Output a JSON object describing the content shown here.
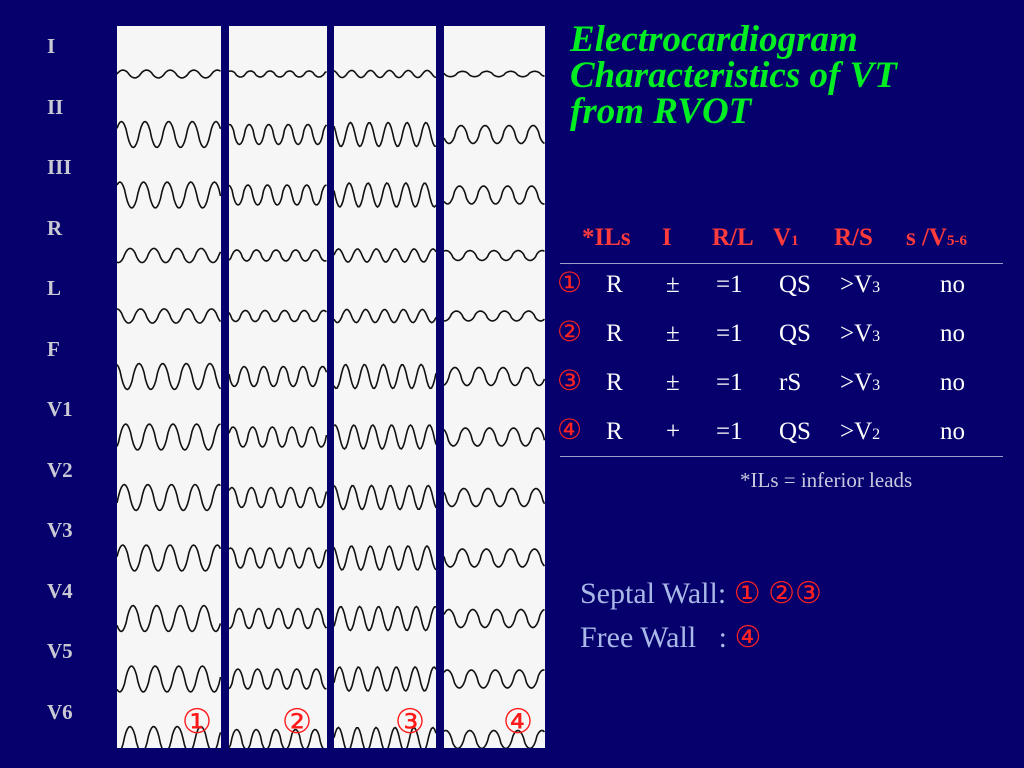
{
  "title": [
    "Electrocardiogram",
    "Characteristics of VT",
    "from RVOT"
  ],
  "leads": [
    "I",
    "II",
    "III",
    "R",
    "L",
    "F",
    "V1",
    "V2",
    "V3",
    "V4",
    "V5",
    "V6"
  ],
  "strip_markers": [
    "①",
    "②",
    "③",
    "④"
  ],
  "table": {
    "headers": {
      "ils": "*ILs",
      "i": "I",
      "rl": "R/L",
      "v1_v": "V",
      "v1_sub": "1",
      "rs": "R/S",
      "sv": "s /V",
      "sv_sub": "5-6"
    },
    "rows": [
      {
        "num": "①",
        "ils": "R",
        "i": "±",
        "rl": "=1",
        "v1": "QS",
        "rs_v": ">V",
        "rs_sub": "3",
        "sv": "no"
      },
      {
        "num": "②",
        "ils": "R",
        "i": "±",
        "rl": "=1",
        "v1": "QS",
        "rs_v": ">V",
        "rs_sub": "3",
        "sv": "no"
      },
      {
        "num": "③",
        "ils": "R",
        "i": "±",
        "rl": "=1",
        "v1": "rS",
        "rs_v": ">V",
        "rs_sub": "3",
        "sv": "no"
      },
      {
        "num": "④",
        "ils": "R",
        "i": "+",
        "rl": "=1",
        "v1": "QS",
        "rs_v": ">V",
        "rs_sub": "2",
        "sv": "no"
      }
    ],
    "footnote": "*ILs = inferior leads"
  },
  "septal": {
    "label": "Septal Wall:",
    "nums": "① ②③"
  },
  "free": {
    "label": "Free Wall   :",
    "nums": "④"
  },
  "colors": {
    "background": "#05006b",
    "title": "#00ee22",
    "header": "#ff3b3b",
    "marker": "#ff2222",
    "wall_text": "#aab8e8"
  }
}
